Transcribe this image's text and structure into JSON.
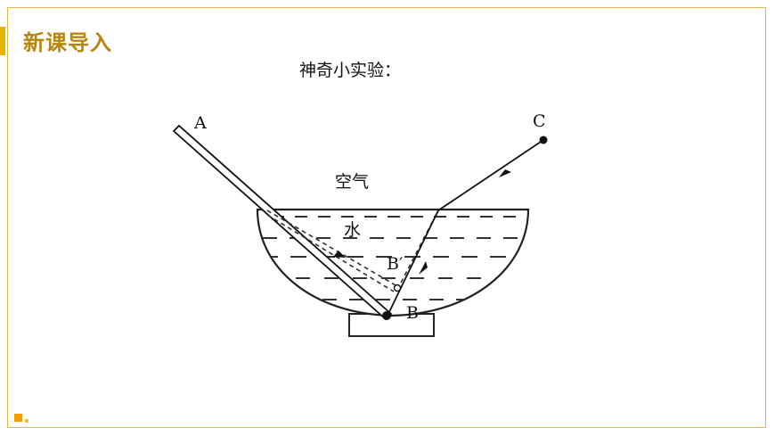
{
  "header": {
    "title": "新课导入"
  },
  "subtitle": "神奇小实验：",
  "diagram": {
    "labels": {
      "point_a": "A",
      "point_b": "B",
      "point_b_prime": "B′",
      "point_c": "C",
      "air": "空气",
      "water": "水"
    }
  },
  "colors": {
    "accent": "#e8b400",
    "title": "#b8860b",
    "frame": "#e3b845"
  }
}
